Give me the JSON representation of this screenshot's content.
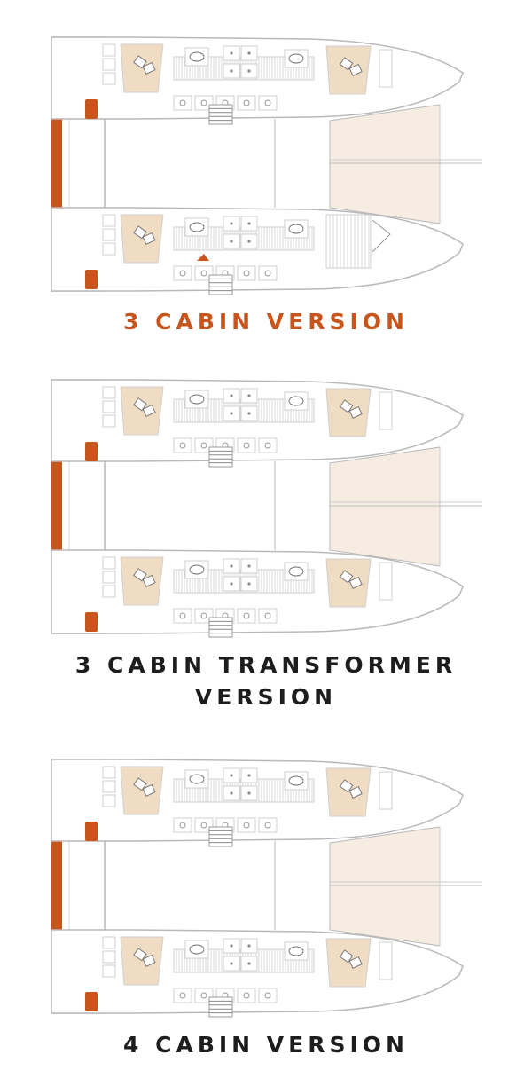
{
  "colors": {
    "hull_line": "#b9b9b9",
    "interior_line": "#cfcfcf",
    "accent": "#c8561c",
    "bed_fill": "#efdcc3",
    "trampoline_fill": "#f6ece2",
    "caption_dark": "#1d1d1d"
  },
  "plans": [
    {
      "id": "three-cabin",
      "caption": "3 CABIN VERSION",
      "caption_color": "#c8561c",
      "layout": "three-cabin"
    },
    {
      "id": "three-cabin-transformer",
      "caption_line_1": "3 CABIN TRANSFORMER",
      "caption_line_2": "VERSION",
      "caption_color": "#1d1d1d",
      "layout": "three-cabin-transformer"
    },
    {
      "id": "four-cabin",
      "caption": "4 CABIN VERSION",
      "caption_color": "#1d1d1d",
      "layout": "four-cabin"
    }
  ]
}
